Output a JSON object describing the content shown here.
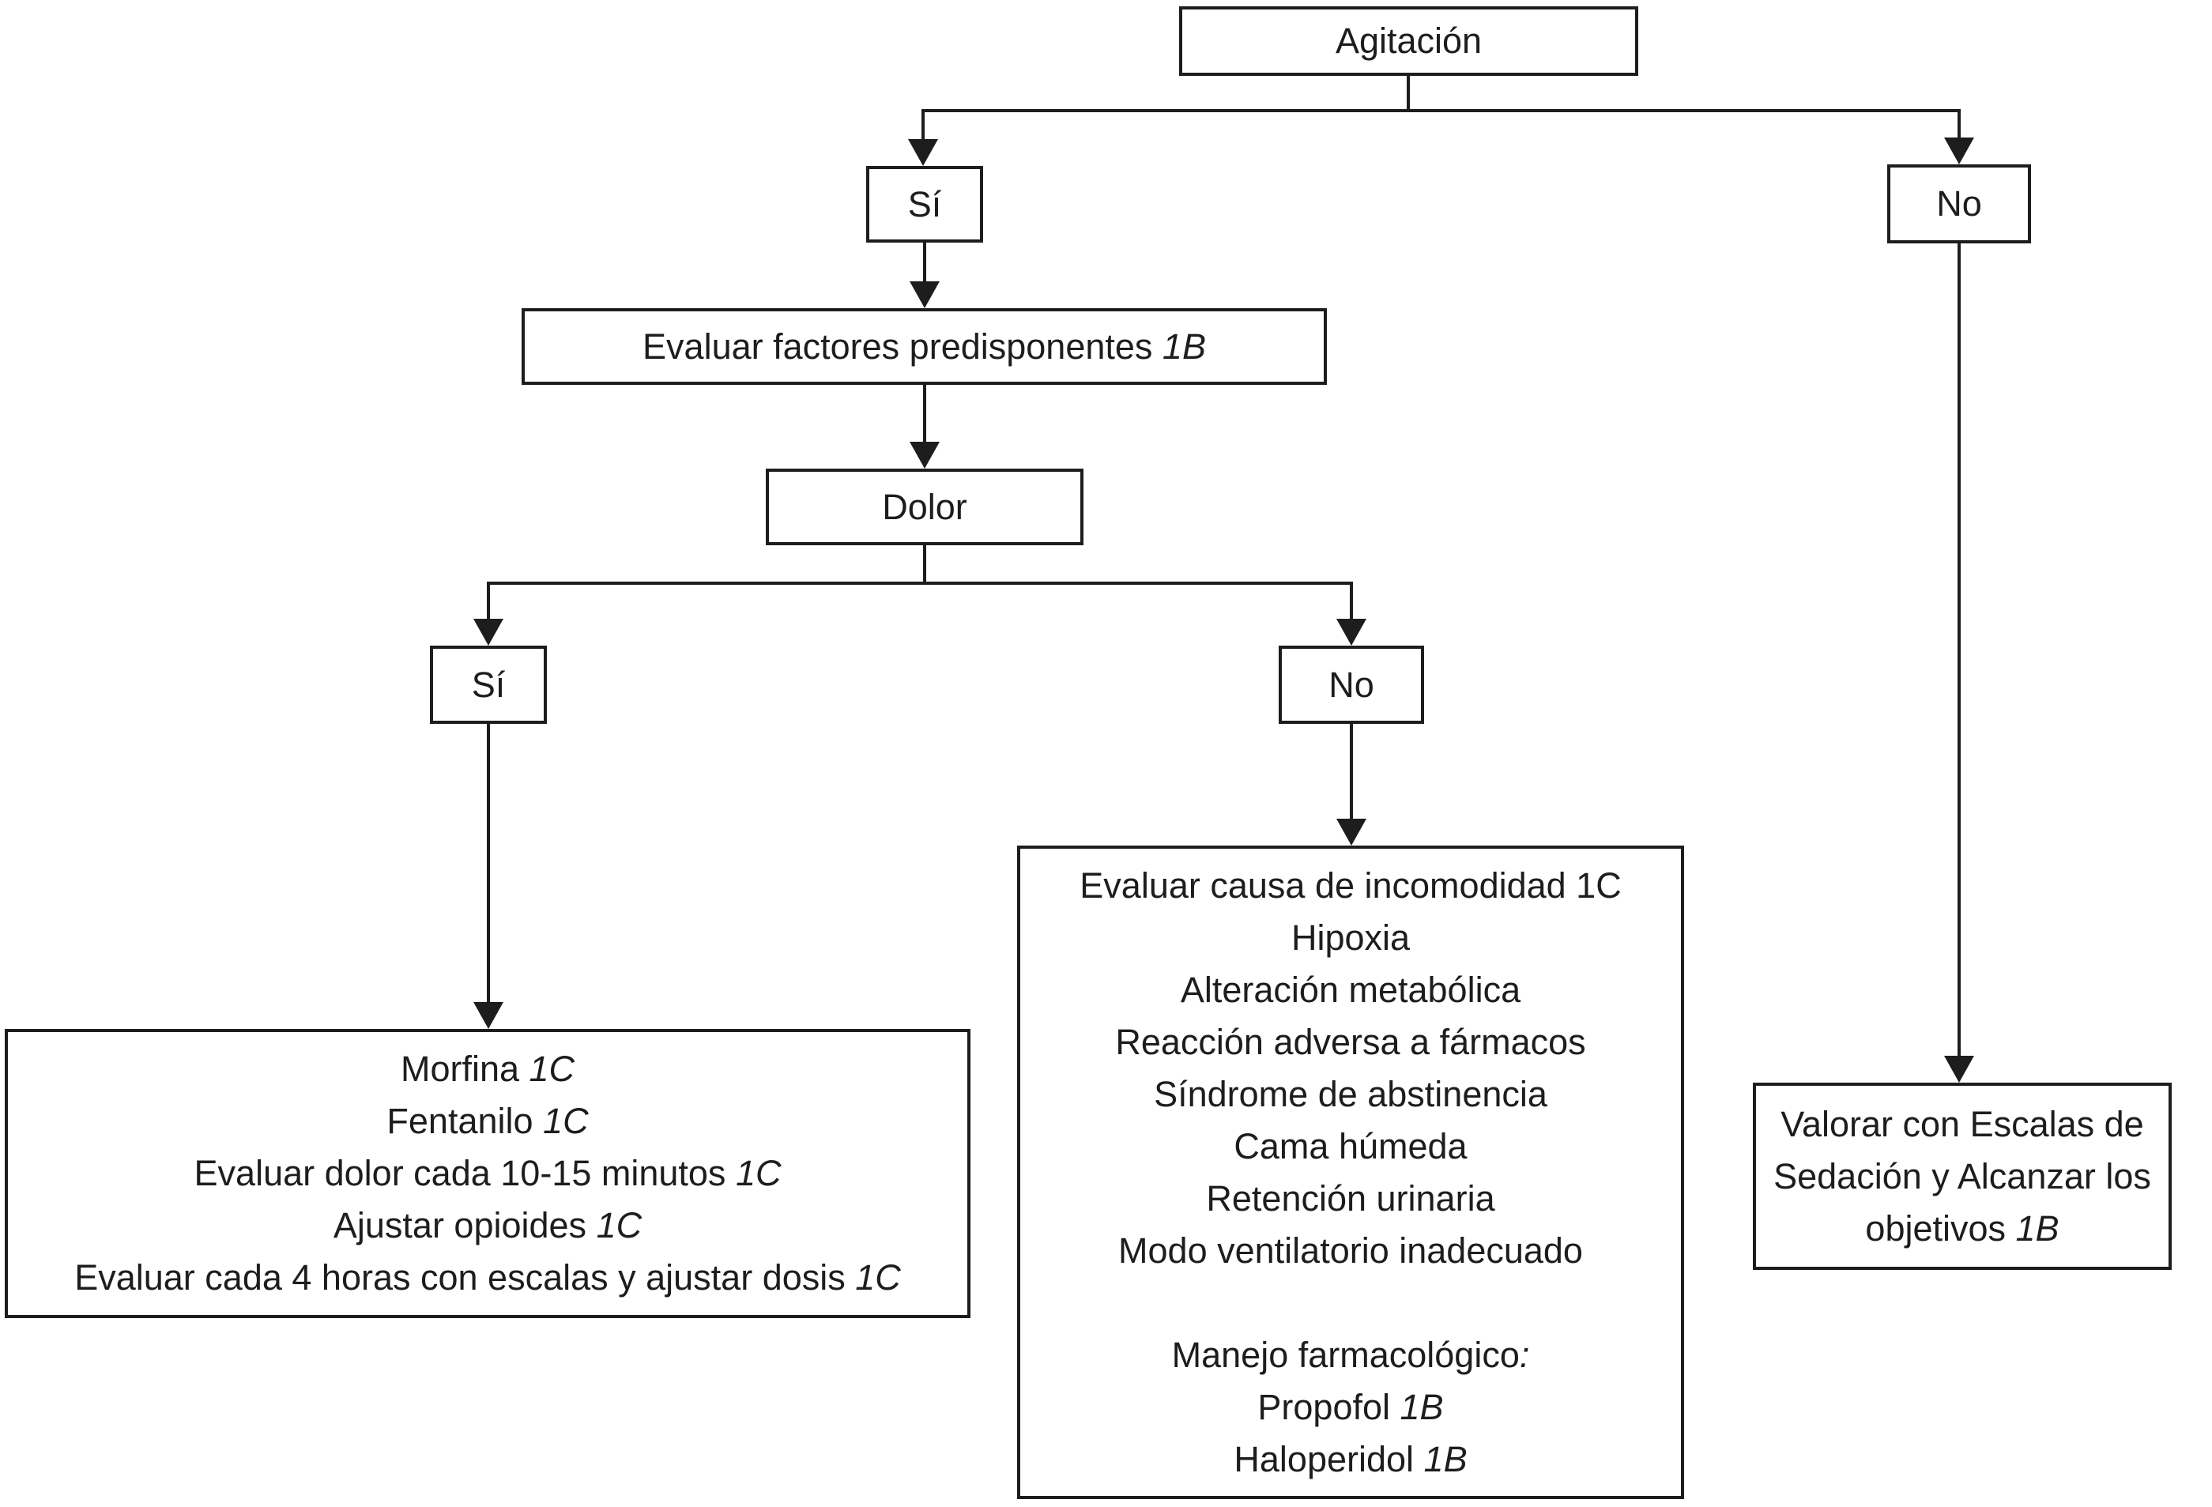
{
  "diagram": {
    "title": "Agitación",
    "language": "es",
    "nodes": {
      "agitacion": {
        "label": "Agitación"
      },
      "si1": {
        "label": "Sí"
      },
      "no1": {
        "label": "No"
      },
      "evaluar": {
        "pre": "Evaluar factores predisponentes ",
        "em": "1B"
      },
      "dolor": {
        "label": "Dolor"
      },
      "si2": {
        "label": "Sí"
      },
      "no2": {
        "label": "No"
      },
      "morfina": {
        "lines": [
          {
            "pre": "Morfina ",
            "em": "1C"
          },
          {
            "pre": "Fentanilo ",
            "em": "1C"
          },
          {
            "pre": "Evaluar dolor cada 10-15 minutos ",
            "em": "1C"
          },
          {
            "pre": "Ajustar opioides ",
            "em": "1C"
          },
          {
            "pre": "Evaluar cada 4 horas con escalas y ajustar dosis ",
            "em": "1C"
          }
        ]
      },
      "incomodidad": {
        "lines": [
          {
            "pre": "Evaluar causa de incomodidad 1C",
            "em": ""
          },
          {
            "pre": "Hipoxia",
            "em": ""
          },
          {
            "pre": "Alteración metabólica",
            "em": ""
          },
          {
            "pre": "Reacción adversa a fármacos",
            "em": ""
          },
          {
            "pre": "Síndrome de abstinencia",
            "em": ""
          },
          {
            "pre": "Cama húmeda",
            "em": ""
          },
          {
            "pre": "Retención urinaria",
            "em": ""
          },
          {
            "pre": "Modo ventilatorio inadecuado",
            "em": ""
          },
          {
            "pre": "",
            "em": ""
          },
          {
            "pre": "Manejo farmacológico",
            "em": ":"
          },
          {
            "pre": "Propofol ",
            "em": "1B"
          },
          {
            "pre": "Haloperidol ",
            "em": "1B"
          }
        ]
      },
      "valorar": {
        "lines": [
          {
            "pre": "Valorar con Escalas de",
            "em": ""
          },
          {
            "pre": "Sedación y Alcanzar los",
            "em": ""
          },
          {
            "pre": "objetivos ",
            "em": "1B"
          }
        ]
      }
    },
    "colors": {
      "ink": "#1d1d1d",
      "background": "#ffffff"
    }
  }
}
